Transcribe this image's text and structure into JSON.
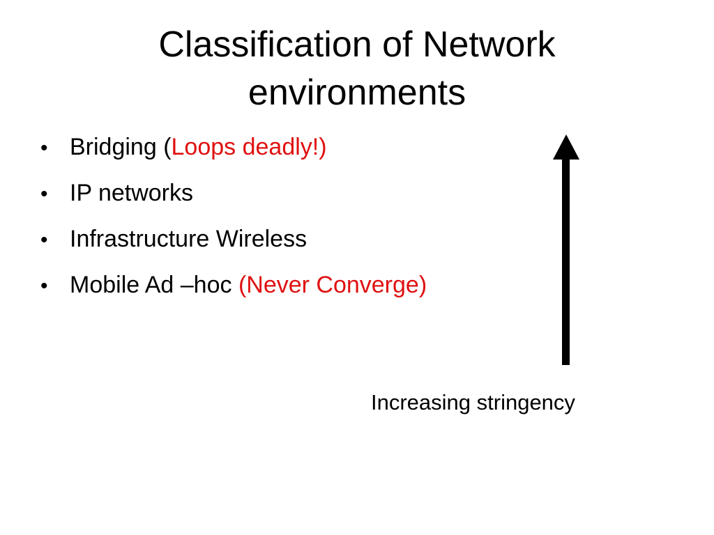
{
  "slide": {
    "title_line1": "Classification of Network",
    "title_line2": "environments",
    "bullet_char": "•",
    "bullets": [
      {
        "black": "Bridging (",
        "red": "Loops deadly!)"
      },
      {
        "black": "IP networks",
        "red": ""
      },
      {
        "black": "Infrastructure Wireless",
        "red": ""
      },
      {
        "black": "Mobile Ad –hoc ",
        "red": "(Never Converge)"
      }
    ],
    "arrow_label": "Increasing stringency",
    "colors": {
      "red": "#e01010",
      "black": "#000000",
      "background": "#ffffff"
    }
  }
}
